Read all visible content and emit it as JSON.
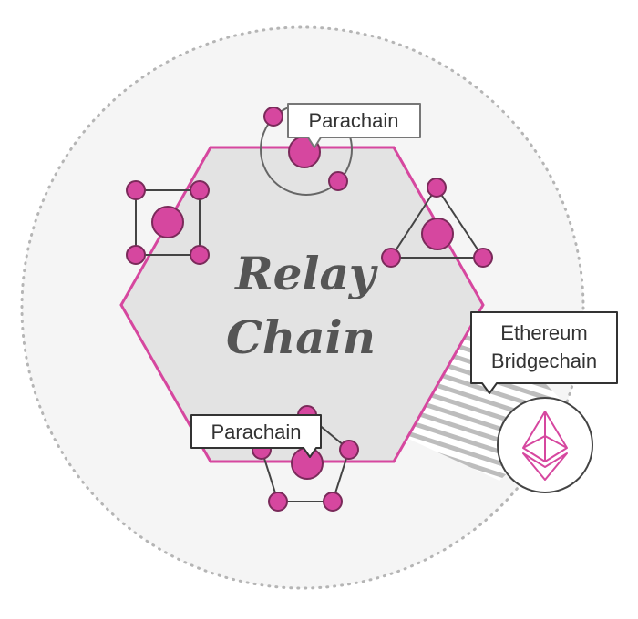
{
  "relay_chain": {
    "line1": "Relay",
    "line2": "Chain"
  },
  "callouts": {
    "parachain_top": "Parachain",
    "parachain_bottom": "Parachain",
    "bridge_line1": "Ethereum",
    "bridge_line2": "Bridgechain"
  },
  "icons": {
    "bridge": "ethereum-logo-icon"
  },
  "colors": {
    "accent": "#d6479f",
    "node_fill": "#d6479f",
    "node_stroke": "#7a2a5a",
    "relay_fill": "#e3e3e3",
    "relay_border": "#d6479f",
    "outer_circle_fill": "#f5f5f5",
    "outer_circle_border": "#b5b5b5",
    "line": "#555555"
  }
}
